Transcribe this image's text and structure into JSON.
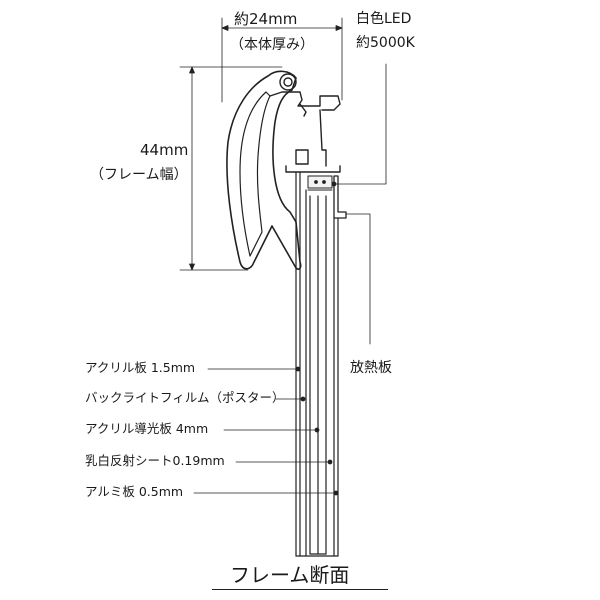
{
  "labels": {
    "thickness": "約24mm",
    "thickness_note": "（本体厚み）",
    "width": "44mm",
    "width_note": "（フレーム幅）",
    "led_color": "白色LED",
    "led_temp": "約5000K",
    "heat_sink": "放熱板",
    "caption": "フレーム断面"
  },
  "layers": [
    {
      "label": "アクリル板 1.5mm"
    },
    {
      "label": "バックライトフィルム（ポスター）"
    },
    {
      "label": "アクリル導光板 4mm"
    },
    {
      "label": "乳白反射シート0.19mm"
    },
    {
      "label": "アルミ板 0.5mm"
    }
  ]
}
